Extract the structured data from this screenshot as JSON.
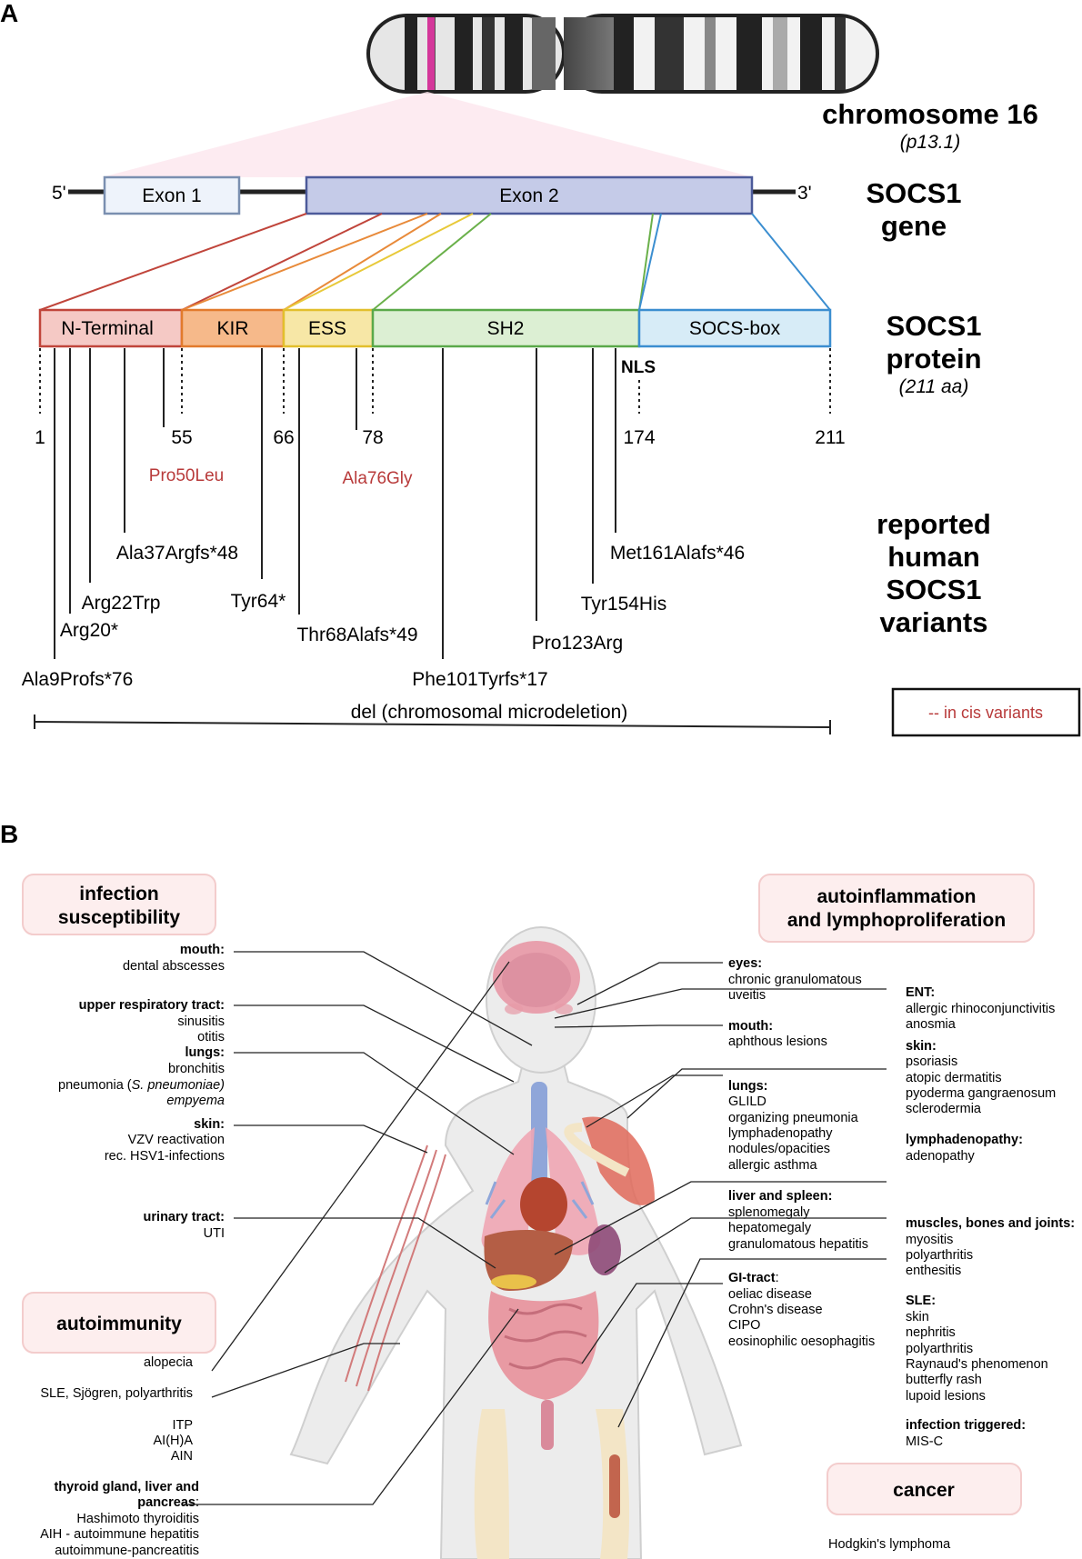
{
  "panel_a": {
    "letter": "A",
    "chromosome": {
      "name": "chromosome 16",
      "band": "(p13.1)"
    },
    "gene": {
      "five_prime": "5'",
      "three_prime": "3'",
      "exon1": "Exon 1",
      "exon2": "Exon 2",
      "label_line1": "SOCS1",
      "label_line2": "gene"
    },
    "protein": {
      "label_line1": "SOCS1",
      "label_line2": "protein",
      "length": "(211 aa)",
      "domains": [
        "N-Terminal",
        "KIR",
        "ESS",
        "SH2",
        "SOCS-box"
      ],
      "nls": "NLS",
      "positions": [
        "1",
        "55",
        "66",
        "78",
        "174",
        "211"
      ]
    },
    "variants": {
      "label_line1": "reported",
      "label_line2": "human",
      "label_line3": "SOCS1",
      "label_line4": "variants",
      "cis": [
        "Pro50Leu",
        "Ala76Gly"
      ],
      "list": [
        "Ala37Argfs*48",
        "Arg22Trp",
        "Arg20*",
        "Ala9Profs*76",
        "Tyr64*",
        "Thr68Alafs*49",
        "Phe101Tyrfs*17",
        "Pro123Arg",
        "Tyr154His",
        "Met161Alafs*46"
      ],
      "deletion": "del (chromosomal microdeletion)",
      "legend": "-- in cis variants"
    }
  },
  "panel_b": {
    "letter": "B",
    "infection": {
      "title_line1": "infection",
      "title_line2": "susceptibility",
      "mouth_h": "mouth:",
      "mouth_1": "dental abscesses",
      "urt_h": "upper respiratory tract:",
      "urt_1": "sinusitis",
      "urt_2": "otitis",
      "lungs_h": "lungs:",
      "lungs_1": "bronchitis",
      "lungs_2a": "pneumonia (",
      "lungs_2b": "S. pneumoniae)",
      "lungs_3": "empyema",
      "skin_h": "skin:",
      "skin_1": "VZV reactivation",
      "skin_2": "rec. HSV1-infections",
      "ut_h": "urinary tract:",
      "ut_1": "UTI"
    },
    "autoimmunity": {
      "title": "autoimmunity",
      "a1": "alopecia",
      "a2": "SLE, Sjögren, polyarthritis",
      "a3": "ITP",
      "a4": "AI(H)A",
      "a5": "AIN",
      "th_h1": "thyroid gland, liver and",
      "th_h2": "pancreas",
      "th_colon": ":",
      "th_1": "Hashimoto thyroiditis",
      "th_2": "AIH - autoimmune hepatitis",
      "th_3": "autoimmune-pancreatitis"
    },
    "autoinflammation": {
      "title_line1": "autoinflammation",
      "title_line2": "and lymphoproliferation",
      "eyes_h": "eyes:",
      "eyes_1": "chronic granulomatous",
      "eyes_2": "uveitis",
      "mouth_h": "mouth:",
      "mouth_1": "aphthous lesions",
      "lungs_h": "lungs:",
      "lungs_1": "GLILD",
      "lungs_2": "organizing pneumonia",
      "lungs_3": "lymphadenopathy",
      "lungs_4": "nodules/opacities",
      "lungs_5": "allergic asthma",
      "ls_h": "liver and spleen:",
      "ls_1": "splenomegaly",
      "ls_2": "hepatomegaly",
      "ls_3": "granulomatous hepatitis",
      "gi_h": "GI-tract",
      "gi_colon": ":",
      "gi_1": "oeliac disease",
      "gi_2": "Crohn's disease",
      "gi_3": "CIPO",
      "gi_4": "eosinophilic oesophagitis",
      "ent_h": "ENT:",
      "ent_1": "allergic rhinoconjunctivitis",
      "ent_2": "anosmia",
      "skin_h": "skin:",
      "skin_1": "psoriasis",
      "skin_2": "atopic dermatitis",
      "skin_3": "pyoderma gangraenosum",
      "skin_4": "sclerodermia",
      "lymph_h": "lymphadenopathy:",
      "lymph_1": "adenopathy",
      "mbj_h": "muscles, bones and joints:",
      "mbj_1": "myositis",
      "mbj_2": "polyarthritis",
      "mbj_3": "enthesitis",
      "sle_h": "SLE:",
      "sle_1": "skin",
      "sle_2": "nephritis",
      "sle_3": "polyarthritis",
      "sle_4": "Raynaud's phenomenon",
      "sle_5": "butterfly rash",
      "sle_6": "lupoid lesions",
      "it_h": "infection triggered:",
      "it_1": "MIS-C"
    },
    "cancer": {
      "title": "cancer",
      "c1": "Hodgkin's lymphoma"
    }
  }
}
